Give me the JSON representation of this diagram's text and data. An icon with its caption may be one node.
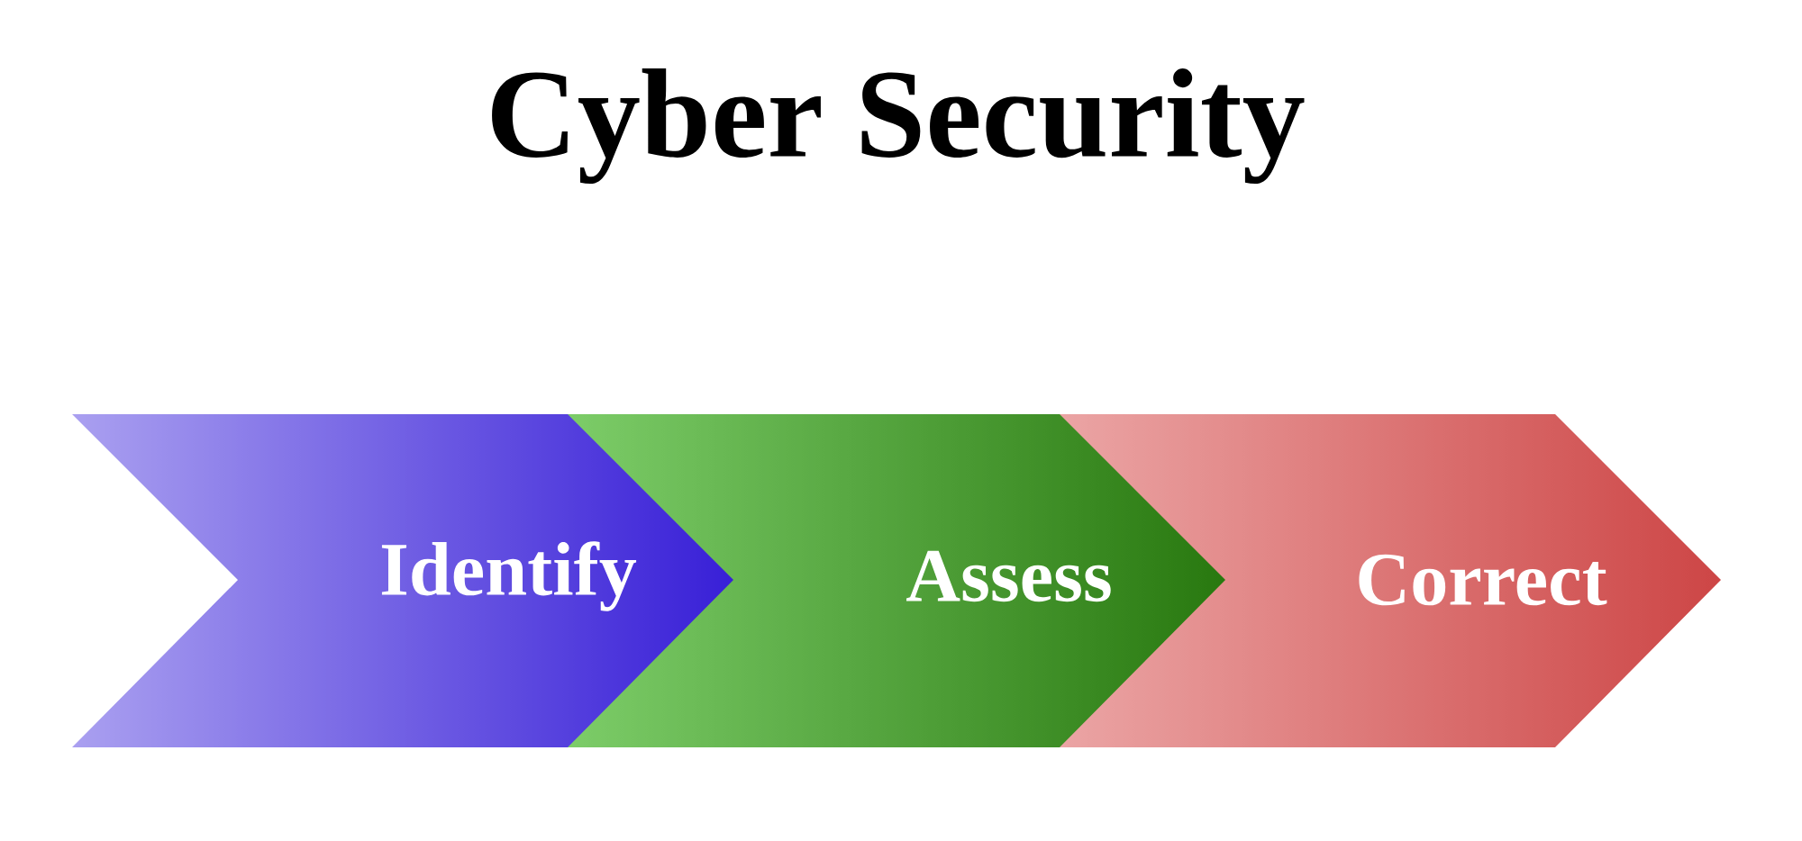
{
  "diagram": {
    "title": "Cyber Security",
    "nodes": [
      {
        "text": [
          "Identify"
        ]
      },
      {
        "text": [
          "Assess"
        ]
      },
      {
        "text": [
          "Correct"
        ]
      }
    ]
  }
}
